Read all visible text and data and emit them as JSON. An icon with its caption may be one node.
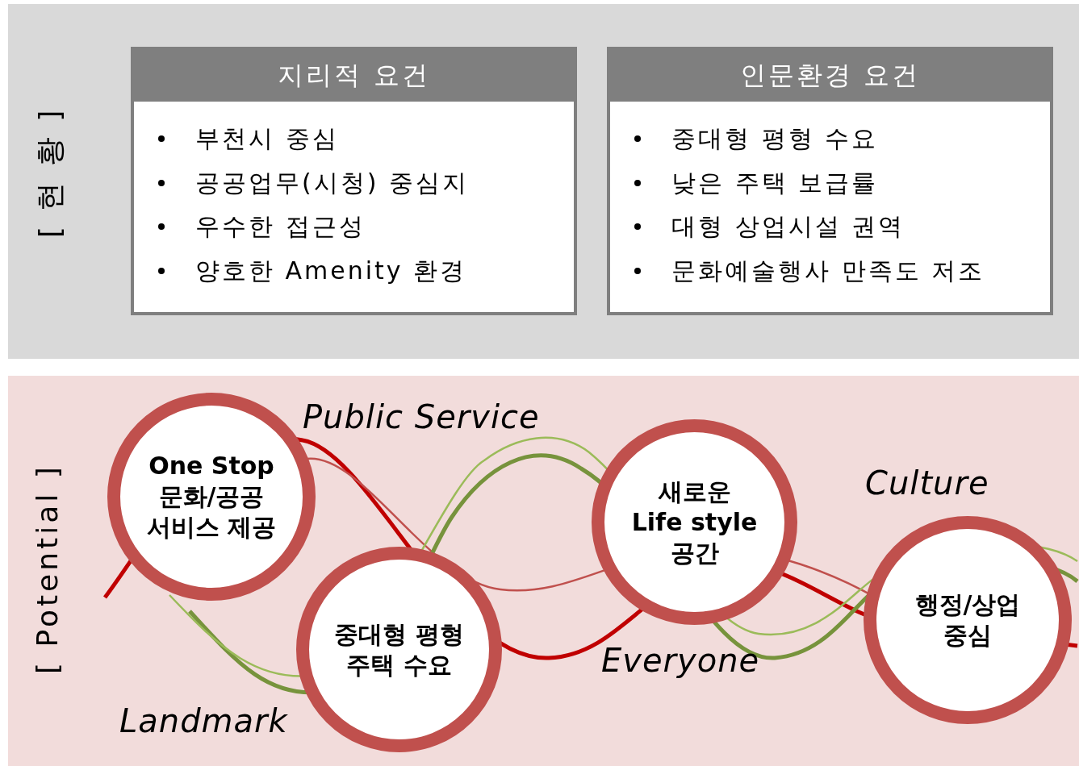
{
  "diagram": {
    "nodes": [
      {
        "text": [
          "[ 현 황 ]"
        ]
      },
      {
        "text": [
          "지리적 요건",
          "부천시 중심",
          "공공업무(시청) 중심지",
          "우수한 접근성",
          "양호한 Amenity 환경"
        ],
        "in": 0
      },
      {
        "text": [
          "인문환경 요건",
          "중대형 평형 수요",
          "낮은 주택 보급률",
          "대형 상업시설 권역",
          "문화예술행사 만족도 저조"
        ],
        "in": 0
      },
      {
        "text": [
          "[ Potential ]"
        ]
      },
      {
        "text": [
          "One Stop 문화/공공 서비스 제공"
        ],
        "in": 3
      },
      {
        "text": [
          "중대형 평형 주택 수요"
        ],
        "in": 3
      },
      {
        "text": [
          "새로운 Life style 공간"
        ],
        "in": 3
      },
      {
        "text": [
          "행정/상업 중심"
        ],
        "in": 3
      }
    ],
    "edges": [],
    "labels": [
      "Public Service",
      "Culture",
      "Everyone",
      "Landmark"
    ]
  }
}
